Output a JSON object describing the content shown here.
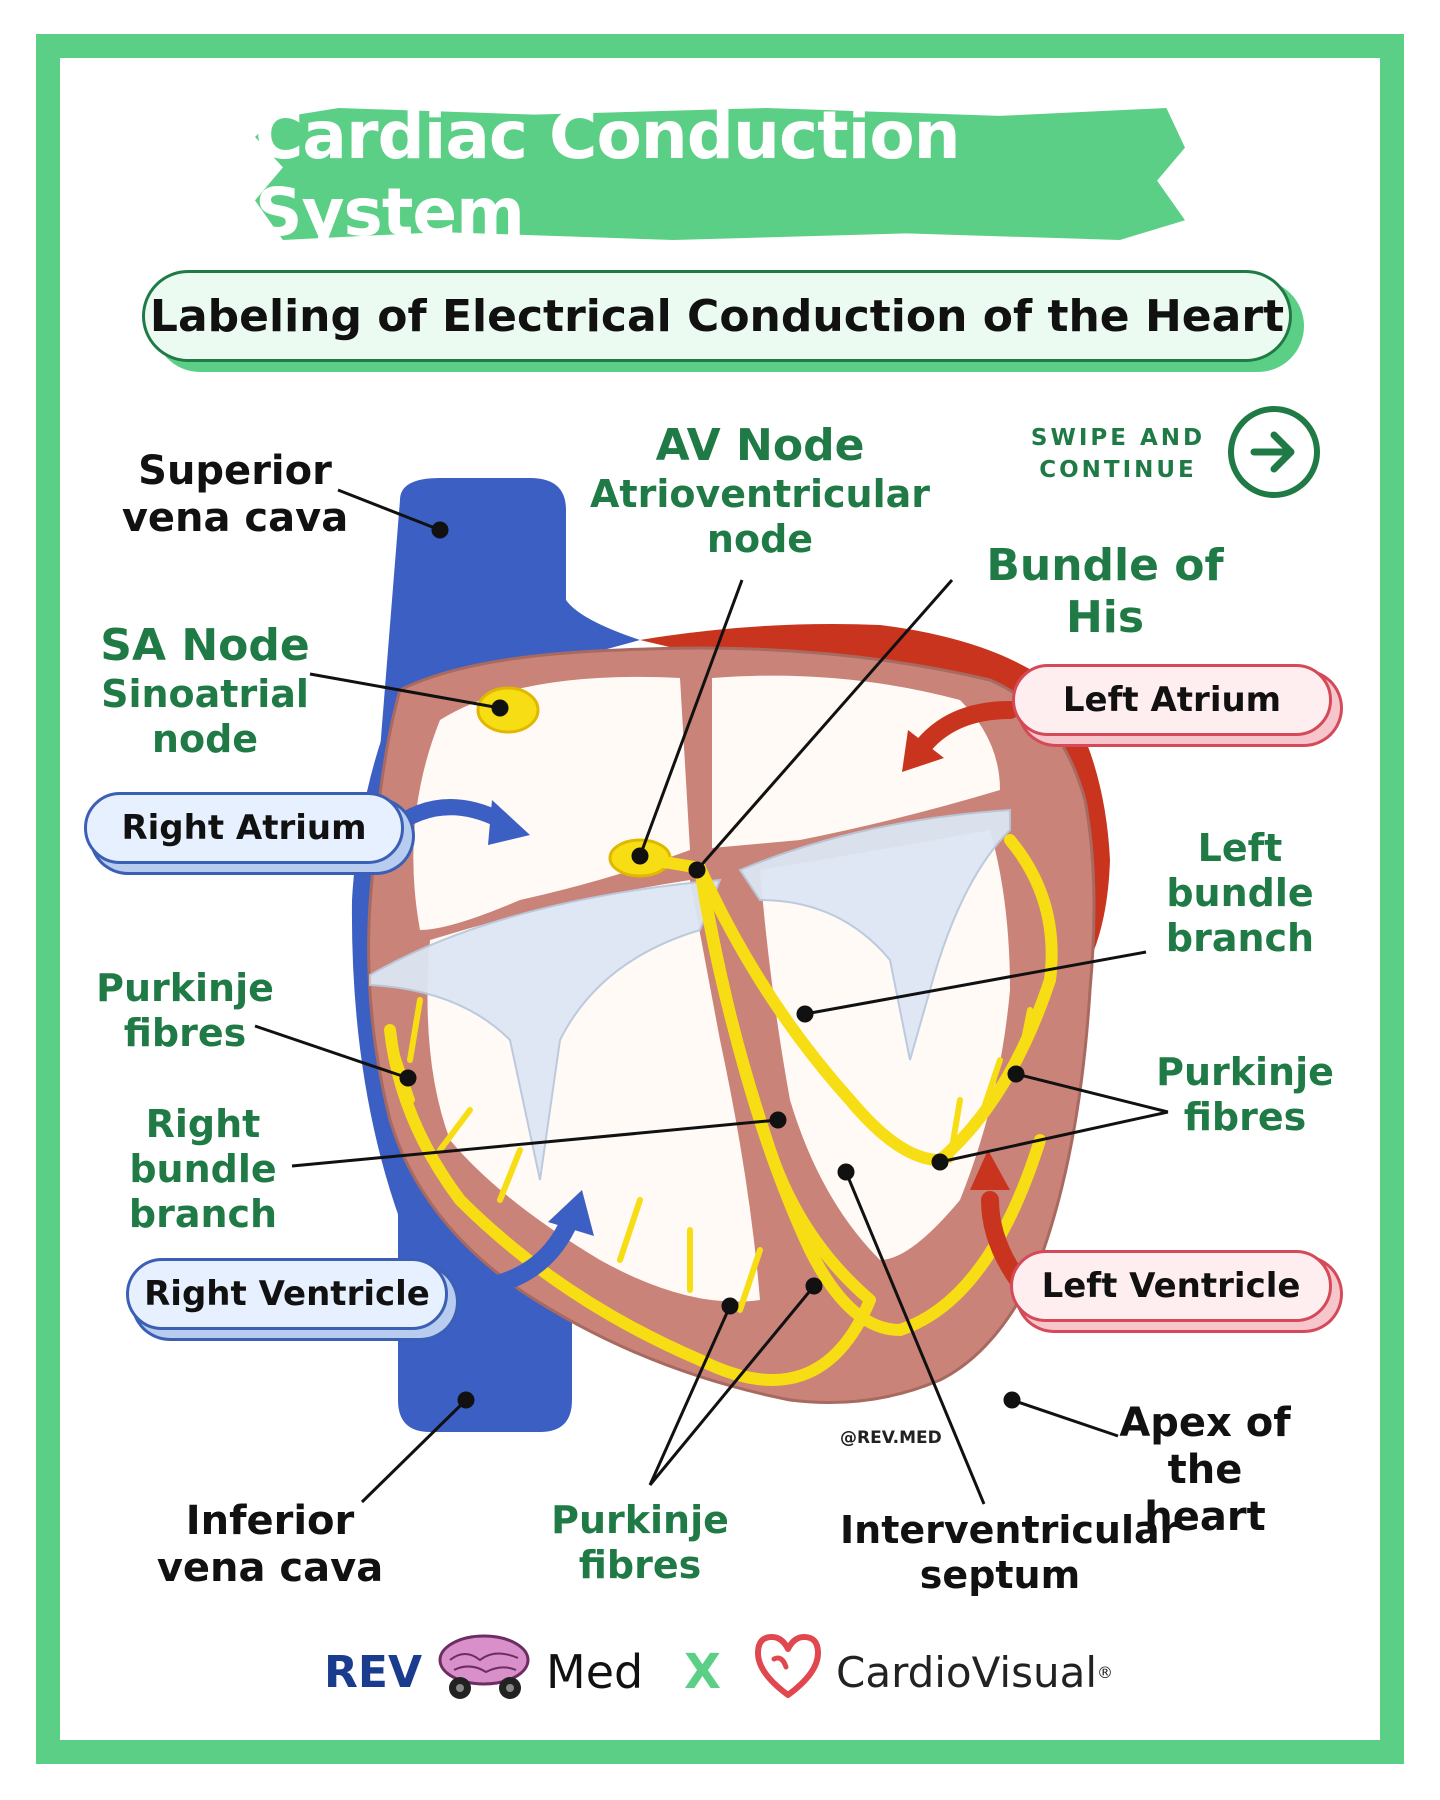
{
  "title": "Cardiac Conduction System",
  "subtitle": "Labeling of Electrical Conduction of the Heart",
  "swipe": {
    "line1": "SWIPE AND",
    "line2": "CONTINUE"
  },
  "labels": {
    "svc_1": "Superior",
    "svc_2": "vena cava",
    "av_1": "AV Node",
    "av_2": "Atrioventricular",
    "av_3": "node",
    "his": "Bundle of His",
    "sa_1": "SA Node",
    "sa_2": "Sinoatrial",
    "sa_3": "node",
    "left_atrium": "Left Atrium",
    "right_atrium": "Right Atrium",
    "lbb_1": "Left bundle",
    "lbb_2": "branch",
    "purk_left_1": "Purkinje",
    "purk_left_2": "fibres",
    "purk_right_1": "Purkinje",
    "purk_right_2": "fibres",
    "rbb_1": "Right bundle",
    "rbb_2": "branch",
    "right_ventricle": "Right Ventricle",
    "left_ventricle": "Left Ventricle",
    "apex_1": "Apex of",
    "apex_2": "the heart",
    "ivc_1": "Inferior",
    "ivc_2": "vena cava",
    "purk_bottom_1": "Purkinje",
    "purk_bottom_2": "fibres",
    "ivs_1": "Interventricular",
    "ivs_2": "septum"
  },
  "watermark": "@REV.MED",
  "footer": {
    "brand1_a": "REV",
    "brand1_b": "Med",
    "x": "X",
    "brand2": "CardioVisual",
    "reg": "®"
  },
  "colors": {
    "green": "#5ccf86",
    "dark_green": "#1f7a45",
    "vein_blue": "#3c5fc4",
    "myocardium": "#c98378",
    "conduction": "#f7dd14",
    "aorta_red": "#c9341f"
  }
}
